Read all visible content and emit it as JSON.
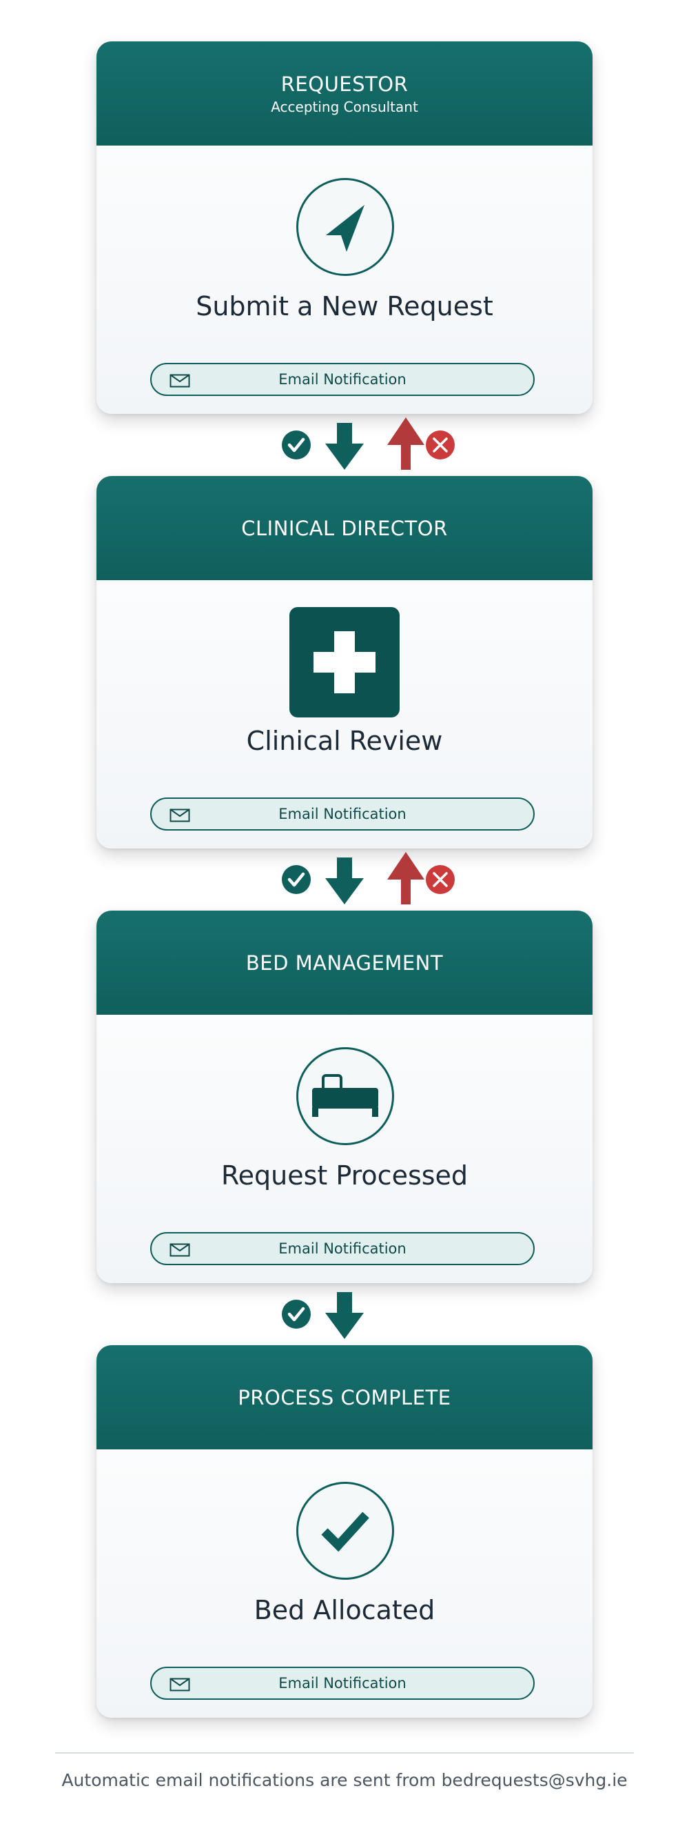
{
  "steps": [
    {
      "title": "REQUESTOR",
      "subtitle": "Accepting Consultant",
      "label": "Submit a New Request",
      "icon": "navigation-arrow-icon",
      "email": "Email Notification"
    },
    {
      "title": "CLINICAL DIRECTOR",
      "subtitle": "",
      "label": "Clinical Review",
      "icon": "medical-cross-icon",
      "email": "Email Notification"
    },
    {
      "title": "BED MANAGEMENT",
      "subtitle": "",
      "label": "Request Processed",
      "icon": "bed-icon",
      "email": "Email Notification"
    },
    {
      "title": "PROCESS COMPLETE",
      "subtitle": "",
      "label": "Bed Allocated",
      "icon": "checkmark-icon",
      "email": "Email Notification"
    }
  ],
  "connectors": [
    {
      "approve": true,
      "reject": true
    },
    {
      "approve": true,
      "reject": true
    },
    {
      "approve": true,
      "reject": false
    }
  ],
  "colors": {
    "primary": "#0f605d",
    "reject": "#b23a3a",
    "pill": "#e2efef"
  },
  "footer": "Automatic email notifications are sent from bedrequests@svhg.ie"
}
